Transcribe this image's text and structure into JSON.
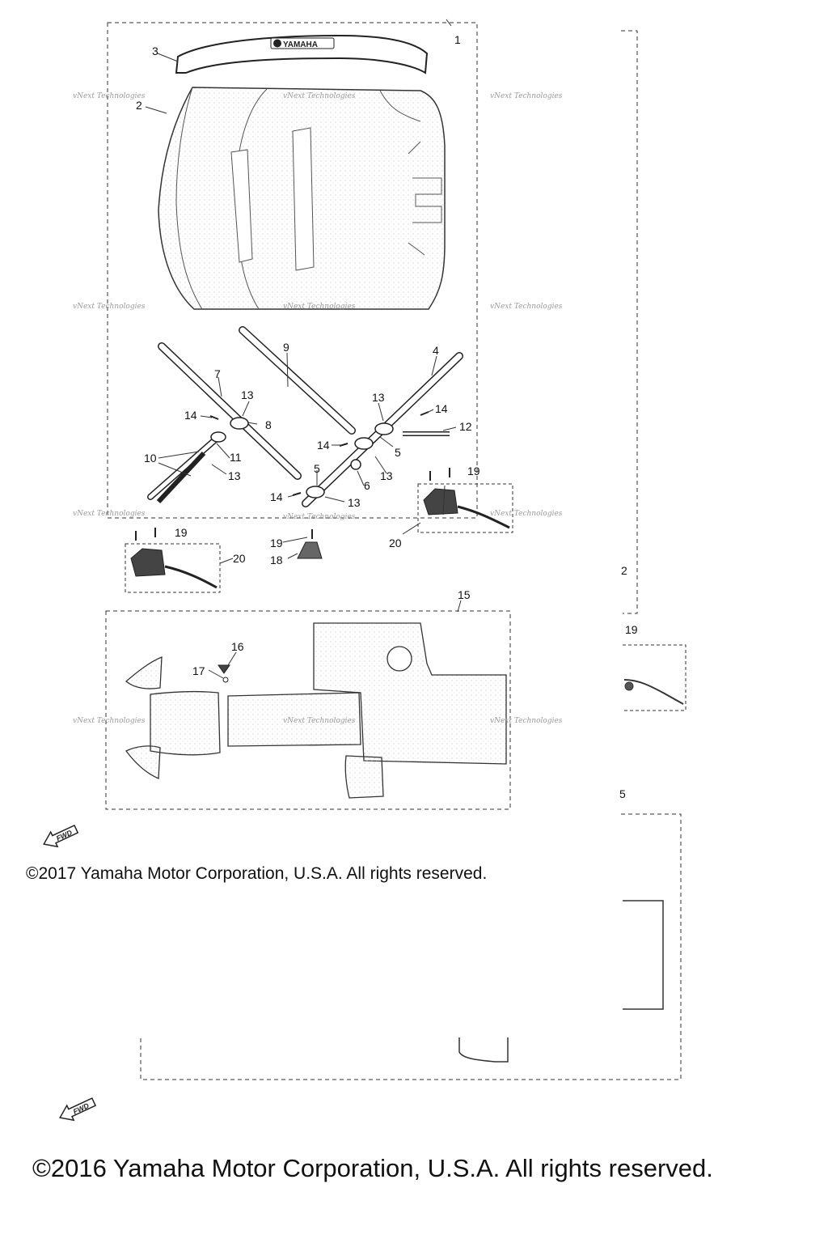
{
  "brand": {
    "logo_text": "YAMAHA"
  },
  "watermark": {
    "text": "vNext Technologies"
  },
  "callouts": {
    "c1": "1",
    "c2": "2",
    "c3": "3",
    "c4": "4",
    "c5a": "5",
    "c5b": "5",
    "c6": "6",
    "c7": "7",
    "c8": "8",
    "c9": "9",
    "c10": "10",
    "c11": "11",
    "c12": "12",
    "c13a": "13",
    "c13b": "13",
    "c13c": "13",
    "c13d": "13",
    "c13e": "13",
    "c14a": "14",
    "c14b": "14",
    "c14c": "14",
    "c14d": "14",
    "c15": "15",
    "c16": "16",
    "c17": "17",
    "c18": "18",
    "c19a": "19",
    "c19b": "19",
    "c19c": "19",
    "c20a": "20",
    "c20b": "20"
  },
  "background_layer": {
    "label_2": "2",
    "label_19": "19",
    "label_5": "5"
  },
  "fwd_label": "FWD",
  "copyright_2017": "©2017 Yamaha Motor Corporation, U.S.A. All rights reserved.",
  "copyright_2016": "©2016 Yamaha Motor Corporation, U.S.A. All rights reserved."
}
